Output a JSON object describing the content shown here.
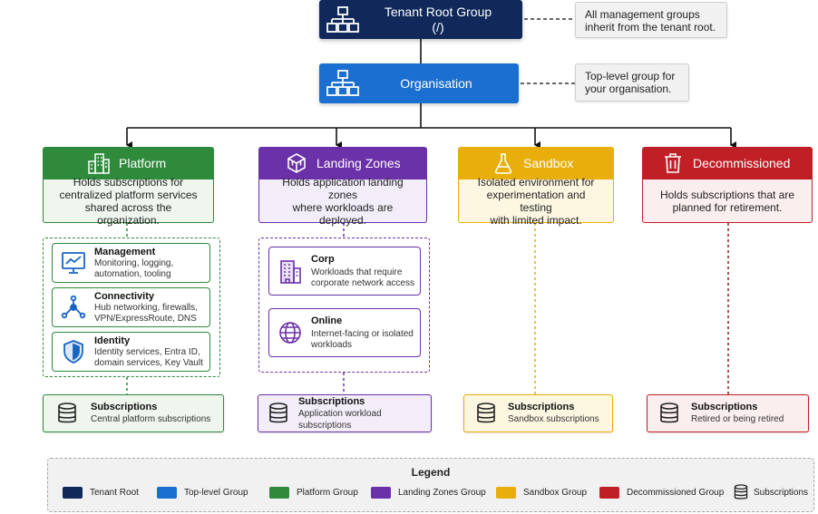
{
  "colors": {
    "tenant_root": "#10295a",
    "top_level": "#1a6fd0",
    "platform": "#2f8a3c",
    "landing": "#6b31a8",
    "sandbox": "#e8ae0c",
    "decom": "#c01f26"
  },
  "tenant_root": {
    "title_line1": "Tenant Root Group",
    "title_line2": "(/)",
    "icon": "hierarchy-icon"
  },
  "organisation": {
    "title": "Organisation",
    "icon": "hierarchy-icon"
  },
  "notes": {
    "tenant_root": {
      "line1": "All management groups",
      "line2": "inherit from the tenant root."
    },
    "organisation": {
      "line1": "Top-level group for",
      "line2": "your organisation."
    }
  },
  "categories": {
    "platform": {
      "title": "Platform",
      "icon": "buildings-icon",
      "desc_line1": "Holds subscriptions for",
      "desc_line2": "centralized platform services",
      "desc_line3": "shared across the organization.",
      "items": [
        {
          "title": "Management",
          "desc_line1": "Monitoring, logging,",
          "desc_line2": "automation, tooling",
          "icon": "monitor-chart-icon"
        },
        {
          "title": "Connectivity",
          "desc_line1": "Hub networking, firewalls,",
          "desc_line2": "VPN/ExpressRoute, DNS",
          "icon": "network-nodes-icon"
        },
        {
          "title": "Identity",
          "desc_line1": "Identity services, Entra ID,",
          "desc_line2": "domain services, Key Vault",
          "icon": "shield-icon"
        }
      ],
      "subs": {
        "title": "Subscriptions",
        "desc": "Central platform subscriptions",
        "icon": "database-icon"
      }
    },
    "landing": {
      "title": "Landing Zones",
      "icon": "cube-icon",
      "desc_line1": "Holds application landing zones",
      "desc_line2": "where workloads are deployed.",
      "items": [
        {
          "title": "Corp",
          "desc_line1": "Workloads that require",
          "desc_line2": "corporate network access",
          "icon": "office-building-icon"
        },
        {
          "title": "Online",
          "desc_line1": "Internet-facing or isolated",
          "desc_line2": "workloads",
          "icon": "globe-icon"
        }
      ],
      "subs": {
        "title": "Subscriptions",
        "desc": "Application workload subscriptions",
        "icon": "database-icon"
      }
    },
    "sandbox": {
      "title": "Sandbox",
      "icon": "flask-icon",
      "desc_line1": "Isolated environment for",
      "desc_line2": "experimentation and testing",
      "desc_line3": "with limited impact.",
      "subs": {
        "title": "Subscriptions",
        "desc": "Sandbox subscriptions",
        "icon": "database-icon"
      }
    },
    "decom": {
      "title": "Decommissioned",
      "icon": "trash-icon",
      "desc_line1": "Holds subscriptions that are",
      "desc_line2": "planned for retirement.",
      "subs": {
        "title": "Subscriptions",
        "desc": "Retired or being retired",
        "icon": "database-icon"
      }
    }
  },
  "legend": {
    "title": "Legend",
    "items": [
      {
        "label": "Tenant Root",
        "color": "#10295a"
      },
      {
        "label": "Top-level Group",
        "color": "#1a6fd0"
      },
      {
        "label": "Platform Group",
        "color": "#2f8a3c"
      },
      {
        "label": "Landing Zones Group",
        "color": "#6b31a8"
      },
      {
        "label": "Sandbox Group",
        "color": "#e8ae0c"
      },
      {
        "label": "Decommissioned Group",
        "color": "#c01f26"
      }
    ],
    "subscriptions_label": "Subscriptions"
  }
}
